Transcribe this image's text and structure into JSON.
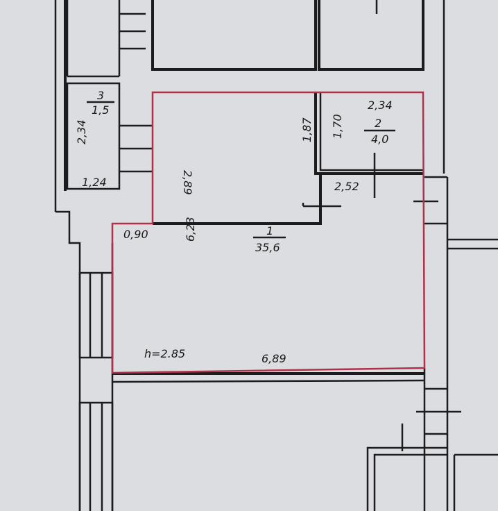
{
  "colors": {
    "outline": "#b0324a",
    "wall": "#1c1c1e",
    "paper": "#dcdde0"
  },
  "rooms": [
    {
      "number": "1",
      "area": "35,6"
    },
    {
      "number": "2",
      "area": "4,0"
    },
    {
      "number": "3",
      "area": "1,5"
    }
  ],
  "dimensions": {
    "room3_height": "2,34",
    "room3_width": "1,24",
    "corridor_length": "2,89",
    "room2_outer_height": "1,87",
    "room2_inner_height": "1,70",
    "room2_width": "2,34",
    "room2_bottom": "2,52",
    "step": "0,90",
    "room1_depth": "6,23",
    "room1_width": "6,89",
    "ceiling_height": "h=2.85"
  }
}
